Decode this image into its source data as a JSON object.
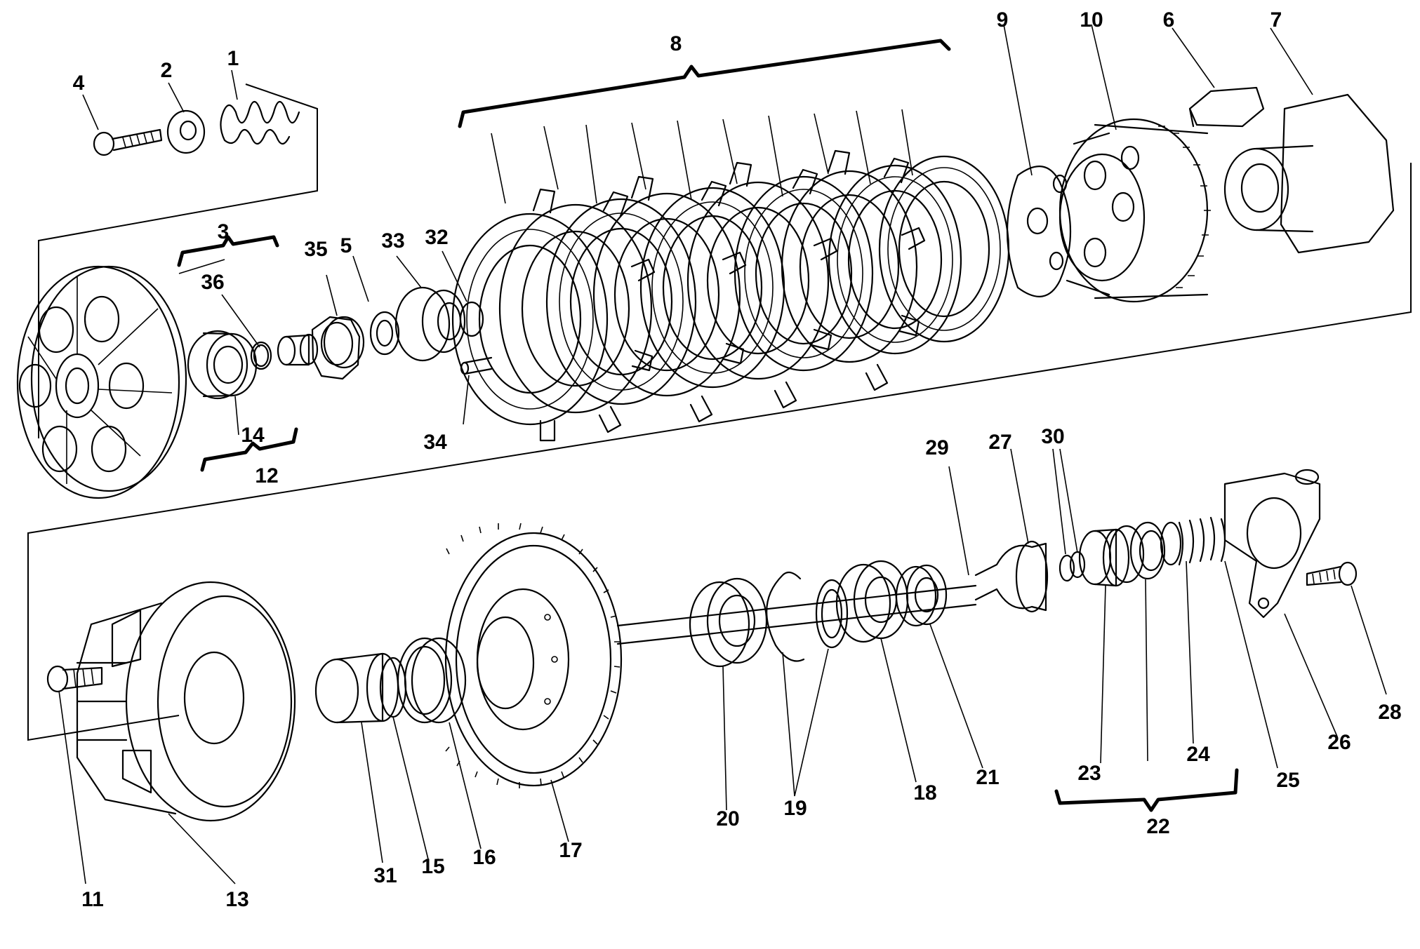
{
  "labels": {
    "l1": "1",
    "l2": "2",
    "l3": "3",
    "l4": "4",
    "l5": "5",
    "l6": "6",
    "l7": "7",
    "l8": "8",
    "l9": "9",
    "l10": "10",
    "l11": "11",
    "l12": "12",
    "l13": "13",
    "l14": "14",
    "l15": "15",
    "l16": "16",
    "l17": "17",
    "l18": "18",
    "l19": "19",
    "l20": "20",
    "l21": "21",
    "l22": "22",
    "l23": "23",
    "l24": "24",
    "l25": "25",
    "l26": "26",
    "l27": "27",
    "l28": "28",
    "l29": "29",
    "l30": "30",
    "l31": "31",
    "l32": "32",
    "l33": "33",
    "l34": "34",
    "l35": "35",
    "l36": "36"
  }
}
